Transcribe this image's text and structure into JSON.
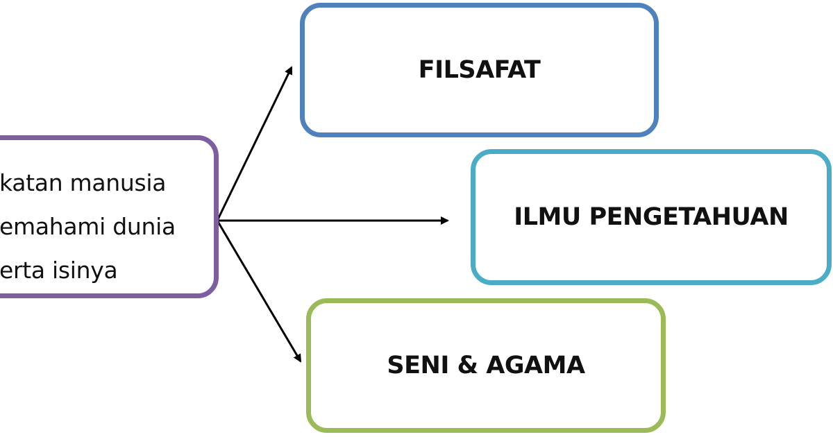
{
  "diagram": {
    "source": {
      "lines": [
        "katan manusia",
        "emahami dunia",
        "erta isinya"
      ],
      "border_color": "#7d5fa0"
    },
    "targets": [
      {
        "label": "FILSAFAT",
        "border_color": "#4f81bd"
      },
      {
        "label": "ILMU PENGETAHUAN",
        "border_color": "#4bacc6"
      },
      {
        "label": "SENI & AGAMA",
        "border_color": "#9bbb59"
      }
    ],
    "arrow_color": "#000000"
  }
}
